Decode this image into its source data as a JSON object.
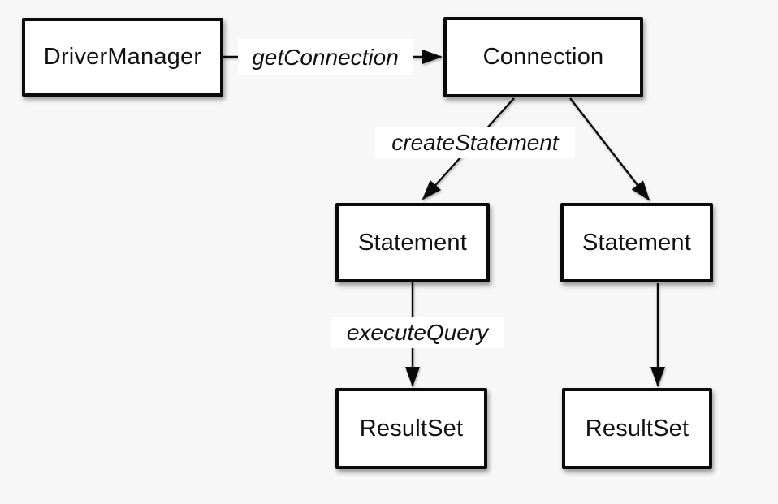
{
  "diagram": {
    "type": "flow-diagram",
    "colors": {
      "background": "#f7f7f7",
      "node_fill": "#ffffff",
      "node_border": "#0a0a0a",
      "text": "#111111"
    },
    "nodes": [
      {
        "id": "driver-manager",
        "label": "DriverManager"
      },
      {
        "id": "connection",
        "label": "Connection"
      },
      {
        "id": "statement-1",
        "label": "Statement"
      },
      {
        "id": "statement-2",
        "label": "Statement"
      },
      {
        "id": "resultset-1",
        "label": "ResultSet"
      },
      {
        "id": "resultset-2",
        "label": "ResultSet"
      }
    ],
    "edges": [
      {
        "from": "DriverManager",
        "to": "Connection",
        "label": "getConnection"
      },
      {
        "from": "Connection",
        "to": "Statement (left)",
        "label": "createStatement"
      },
      {
        "from": "Connection",
        "to": "Statement (right)",
        "label": ""
      },
      {
        "from": "Statement (left)",
        "to": "ResultSet (left)",
        "label": "executeQuery"
      },
      {
        "from": "Statement (right)",
        "to": "ResultSet (right)",
        "label": ""
      }
    ]
  }
}
